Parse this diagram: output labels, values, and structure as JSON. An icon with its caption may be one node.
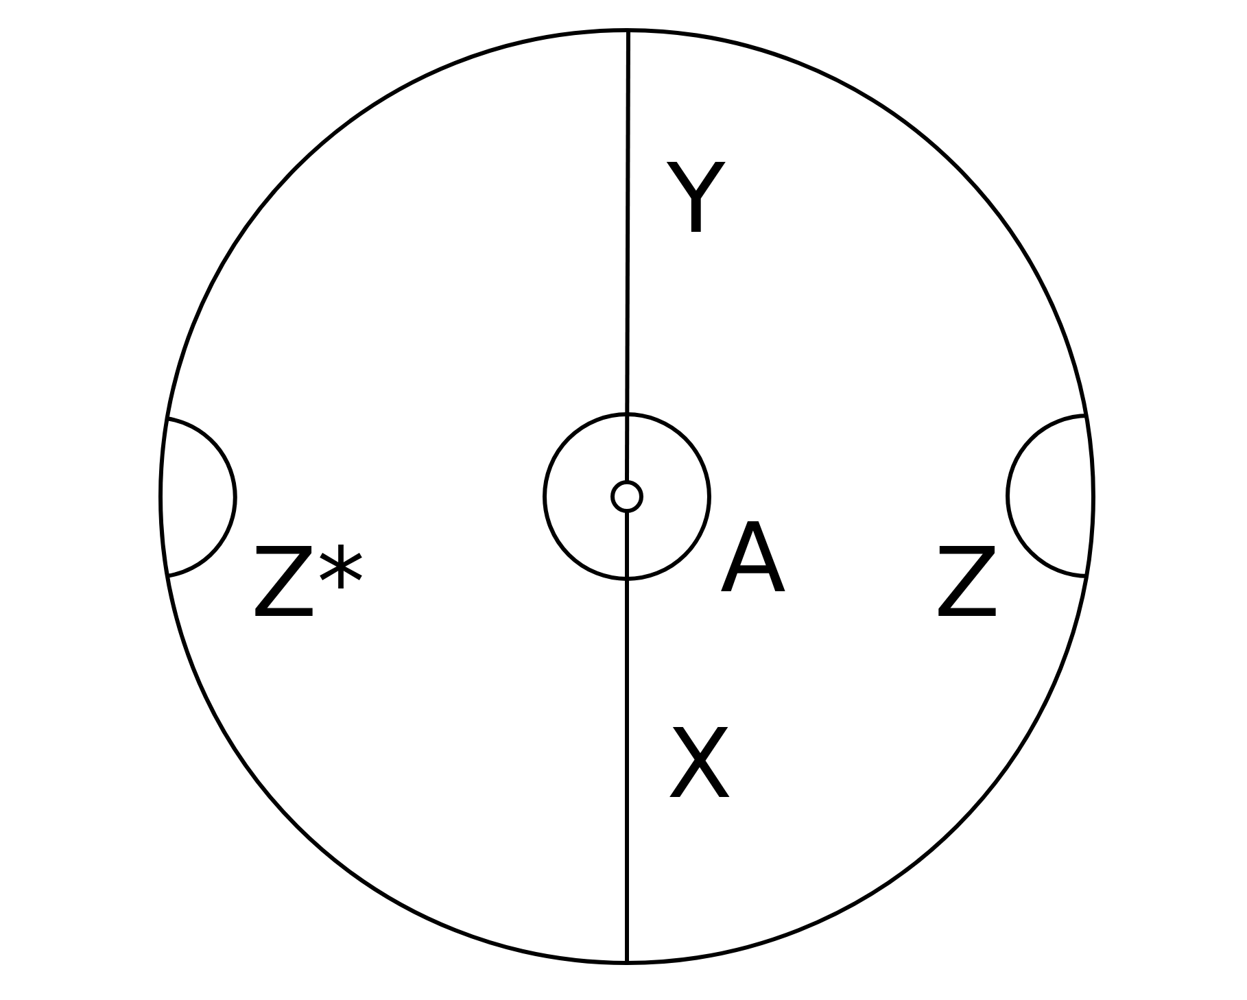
{
  "diagram": {
    "labels": [
      "Y",
      "Z*",
      "A",
      "Z",
      "X"
    ]
  }
}
